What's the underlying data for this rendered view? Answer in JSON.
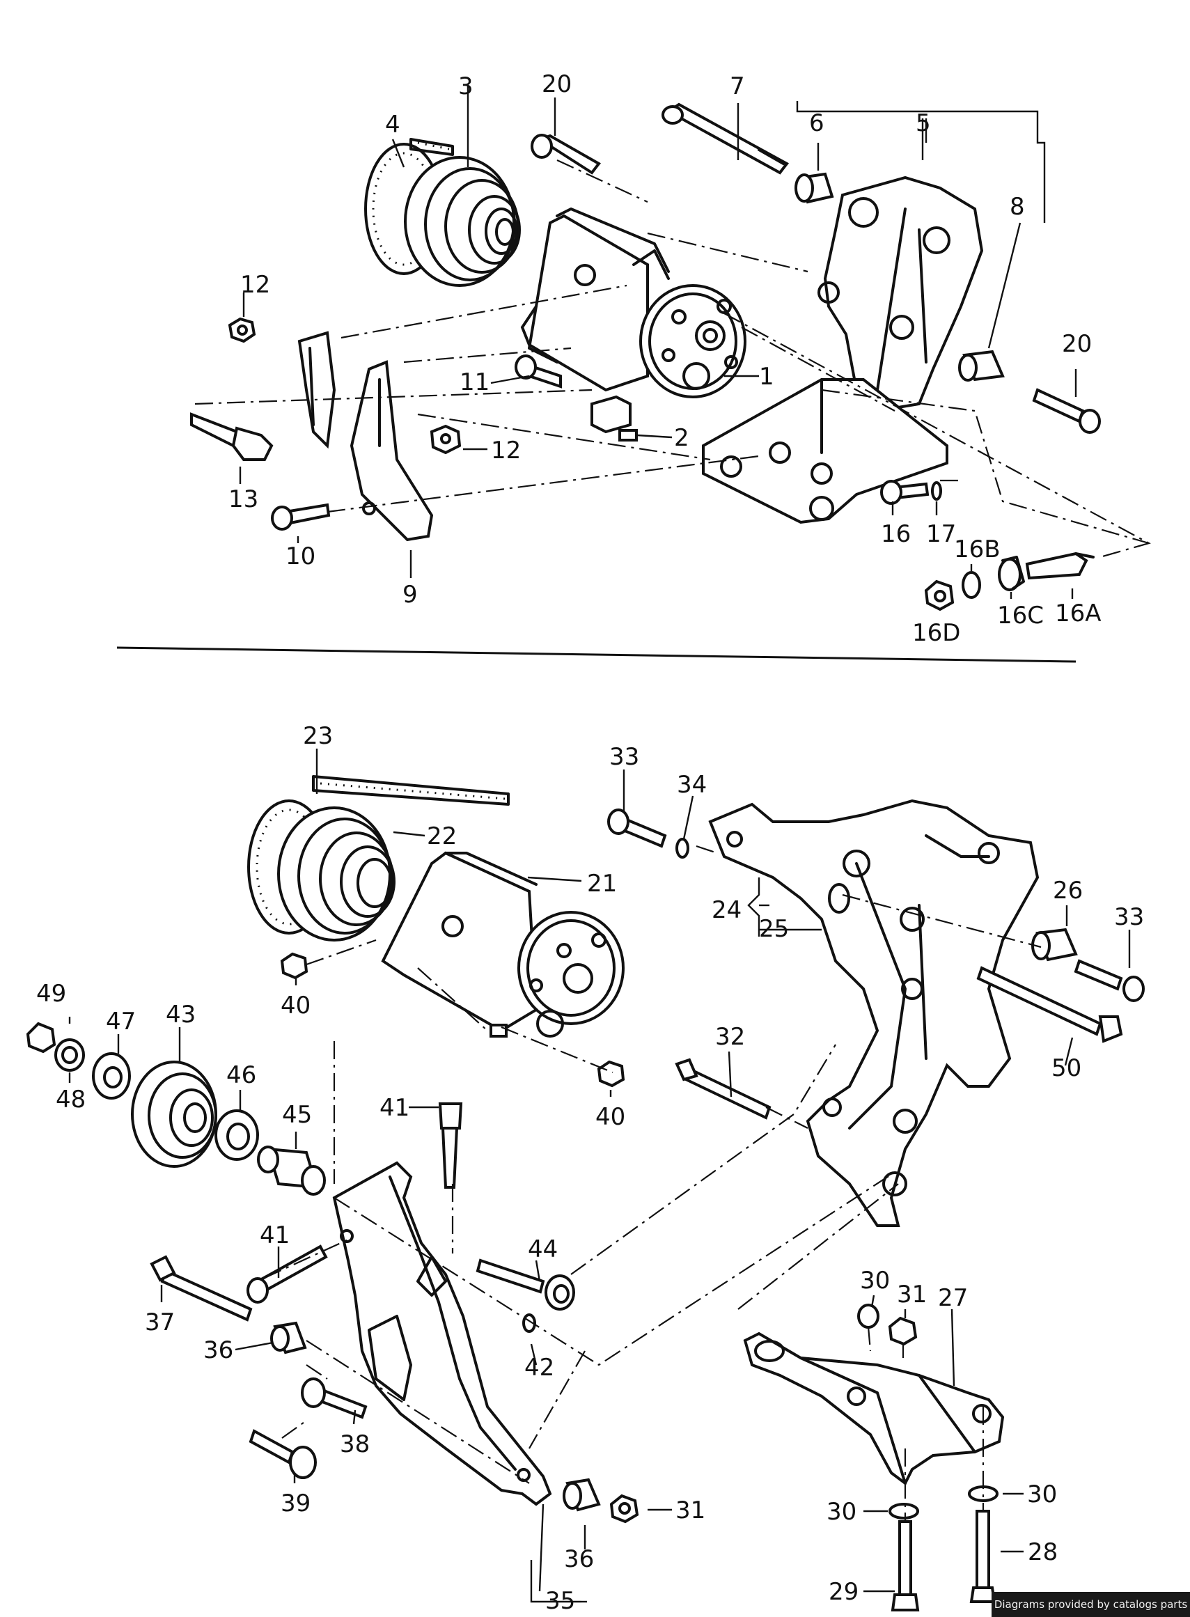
{
  "diagram": {
    "labels": {
      "p1": "1",
      "p2": "2",
      "p3": "3",
      "p4": "4",
      "p5": "5",
      "p6": "6",
      "p7": "7",
      "p8": "8",
      "p9": "9",
      "p10": "10",
      "p11": "11",
      "p12a": "12",
      "p12b": "12",
      "p13": "13",
      "p16": "16",
      "p16a": "16A",
      "p16b": "16B",
      "p16c": "16C",
      "p16d": "16D",
      "p17": "17",
      "p20a": "20",
      "p20b": "20",
      "p21": "21",
      "p22": "22",
      "p23": "23",
      "p24": "24",
      "p25": "25",
      "p26": "26",
      "p27": "27",
      "p28": "28",
      "p29": "29",
      "p30a": "30",
      "p30b": "30",
      "p30c": "30",
      "p31a": "31",
      "p31b": "31",
      "p32": "32",
      "p33a": "33",
      "p33b": "33",
      "p34": "34",
      "p35": "35",
      "p36a": "36",
      "p36b": "36",
      "p37": "37",
      "p38": "38",
      "p39": "39",
      "p40a": "40",
      "p40b": "40",
      "p41a": "41",
      "p41b": "41",
      "p42": "42",
      "p43": "43",
      "p44": "44",
      "p45": "45",
      "p46": "46",
      "p47": "47",
      "p48": "48",
      "p49": "49",
      "p50": "50"
    }
  },
  "footer": {
    "credit": "Diagrams provided by catalogs parts"
  }
}
